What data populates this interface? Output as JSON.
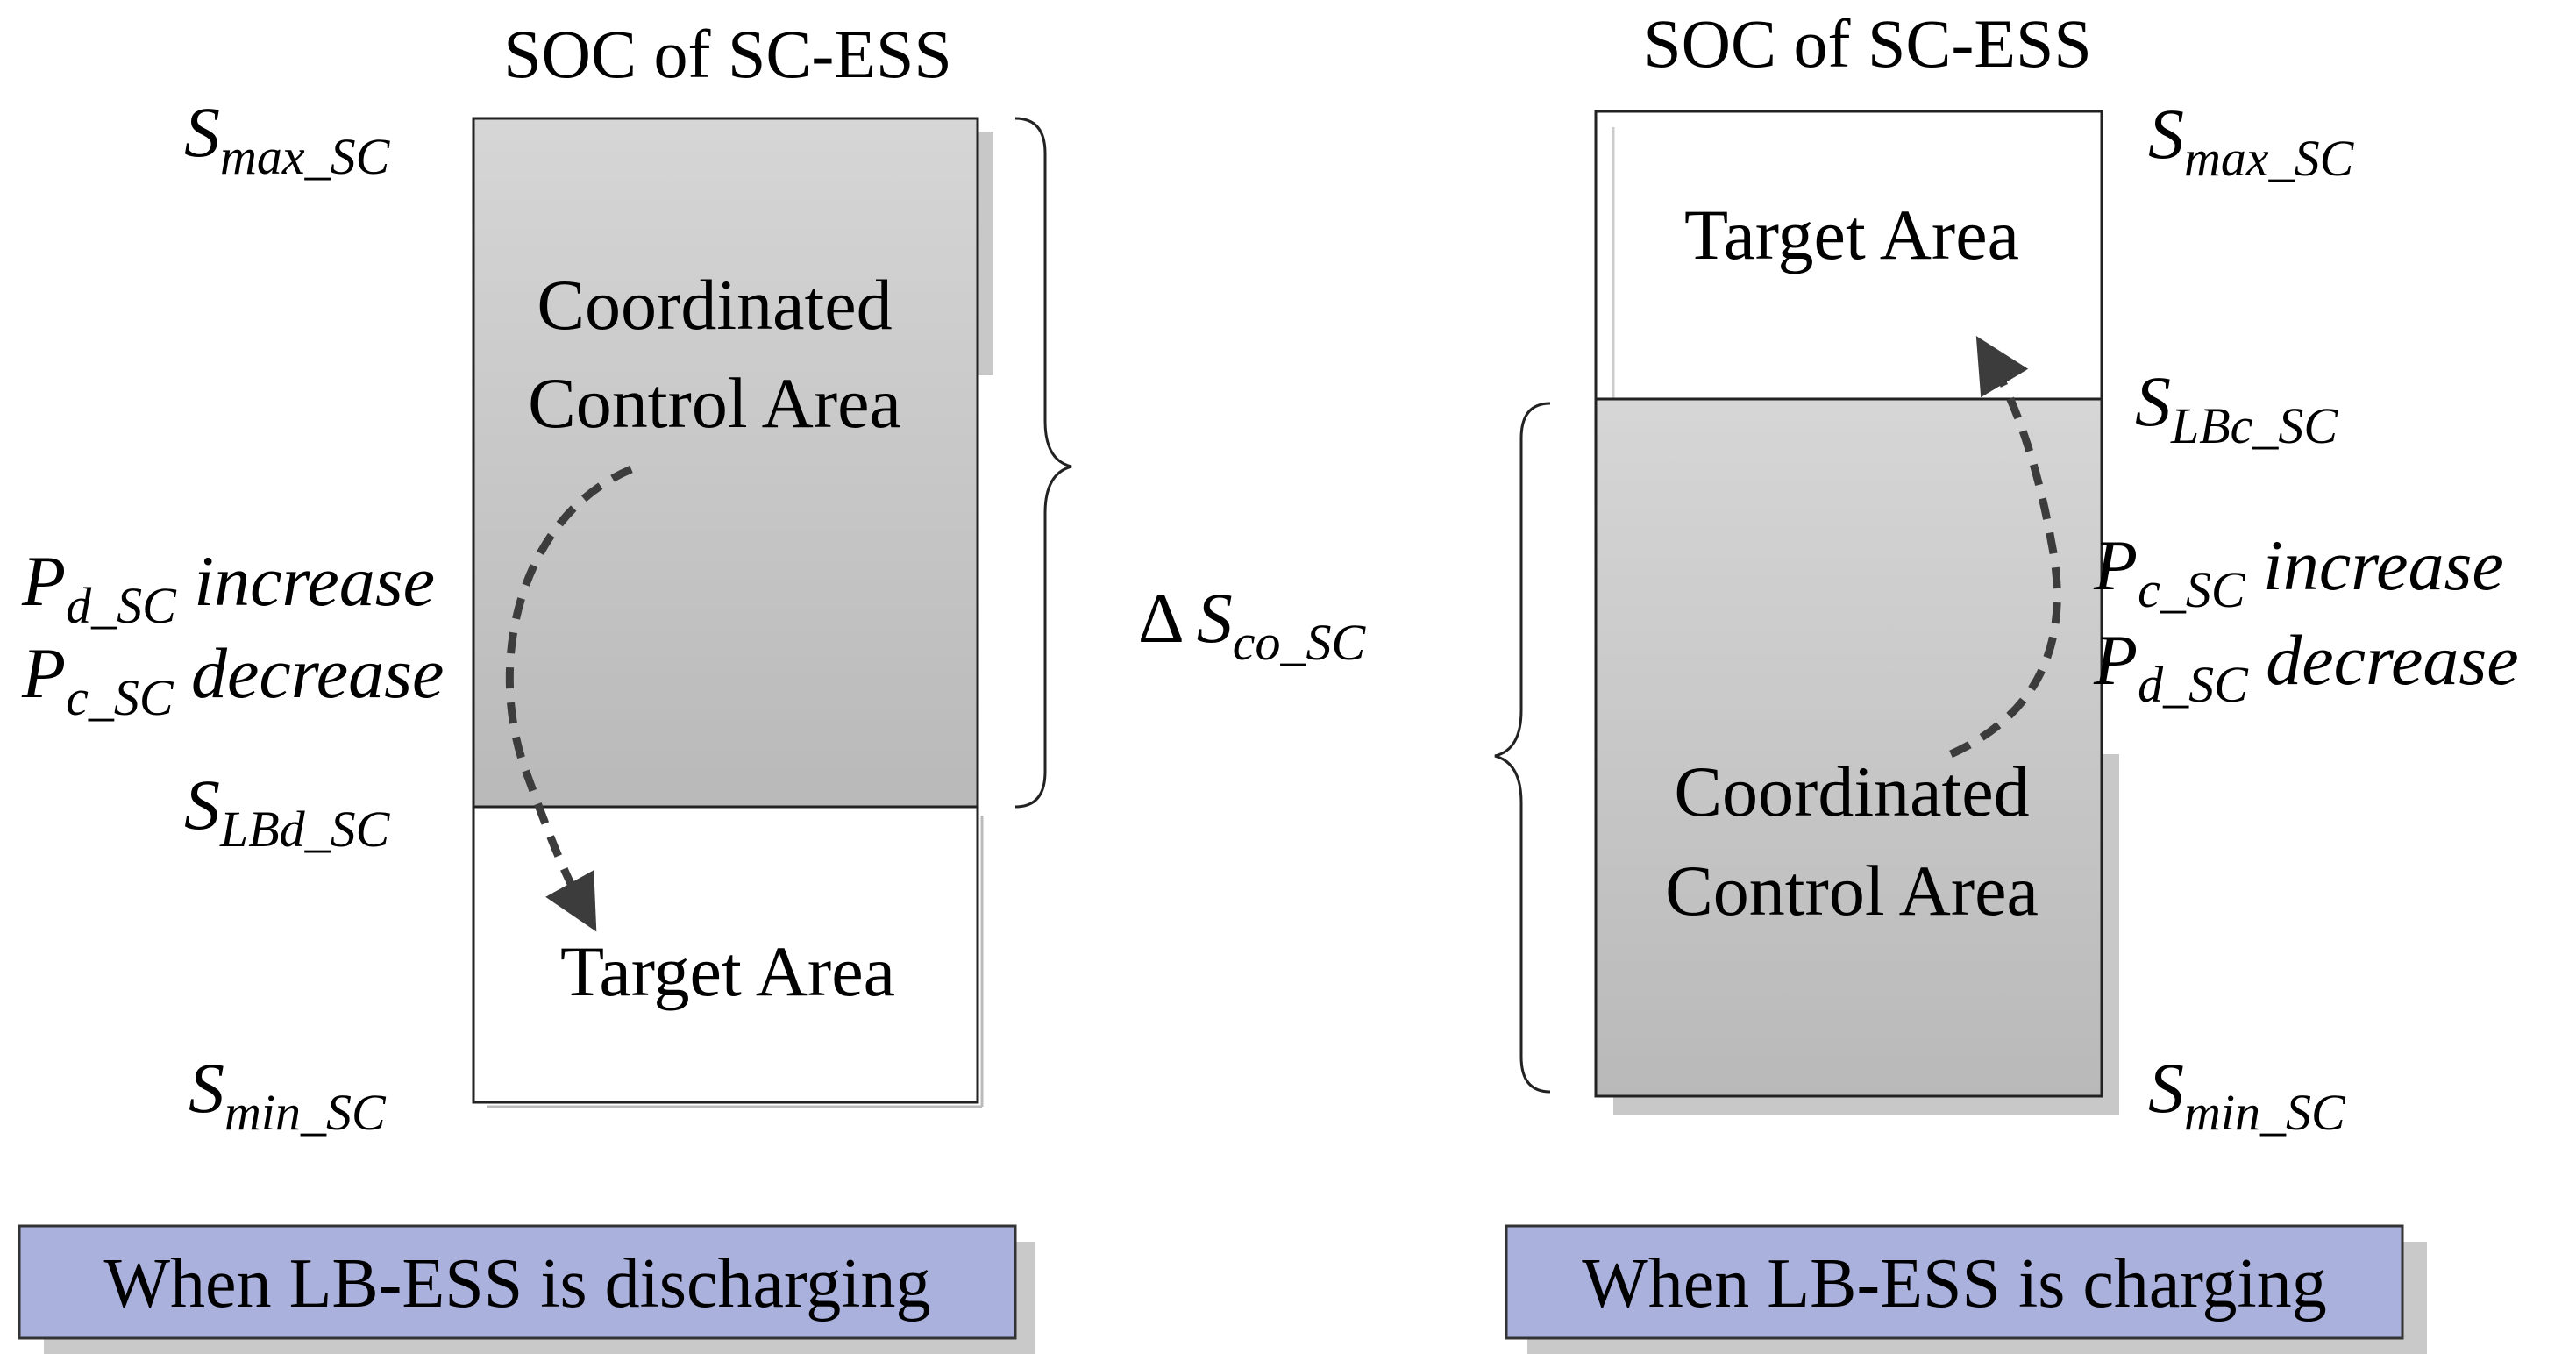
{
  "left_panel": {
    "title": "SOC of SC-ESS",
    "upper_area_line1": "Coordinated",
    "upper_area_line2": "Control Area",
    "lower_area": "Target Area",
    "smax": {
      "base": "S",
      "sub": "max_SC"
    },
    "slbd": {
      "base": "S",
      "sub": "LBd_SC"
    },
    "smin": {
      "base": "S",
      "sub": "min_SC"
    },
    "pd_line": {
      "base": "P",
      "sub": "d_SC",
      "rest": " increase"
    },
    "pc_line": {
      "base": "P",
      "sub": "c_SC",
      "rest": " decrease"
    },
    "caption": "When LB-ESS is discharging"
  },
  "delta": {
    "symbol": "Δ",
    "base": "S",
    "sub": "co_SC"
  },
  "right_panel": {
    "title": "SOC of SC-ESS",
    "upper_area": "Target Area",
    "lower_area_line1": "Coordinated",
    "lower_area_line2": "Control Area",
    "smax": {
      "base": "S",
      "sub": "max_SC"
    },
    "slbc": {
      "base": "S",
      "sub": "LBc_SC"
    },
    "smin": {
      "base": "S",
      "sub": "min_SC"
    },
    "pc_line": {
      "base": "P",
      "sub": "c_SC",
      "rest": " increase"
    },
    "pd_line": {
      "base": "P",
      "sub": "d_SC",
      "rest": " decrease"
    },
    "caption": "When LB-ESS is charging"
  },
  "colors": {
    "area_gray_top": "#d6d6d6",
    "area_gray_bottom": "#b9b9b9",
    "caption_fill": "#aab1dd",
    "arrow": "#3c3c3c"
  }
}
